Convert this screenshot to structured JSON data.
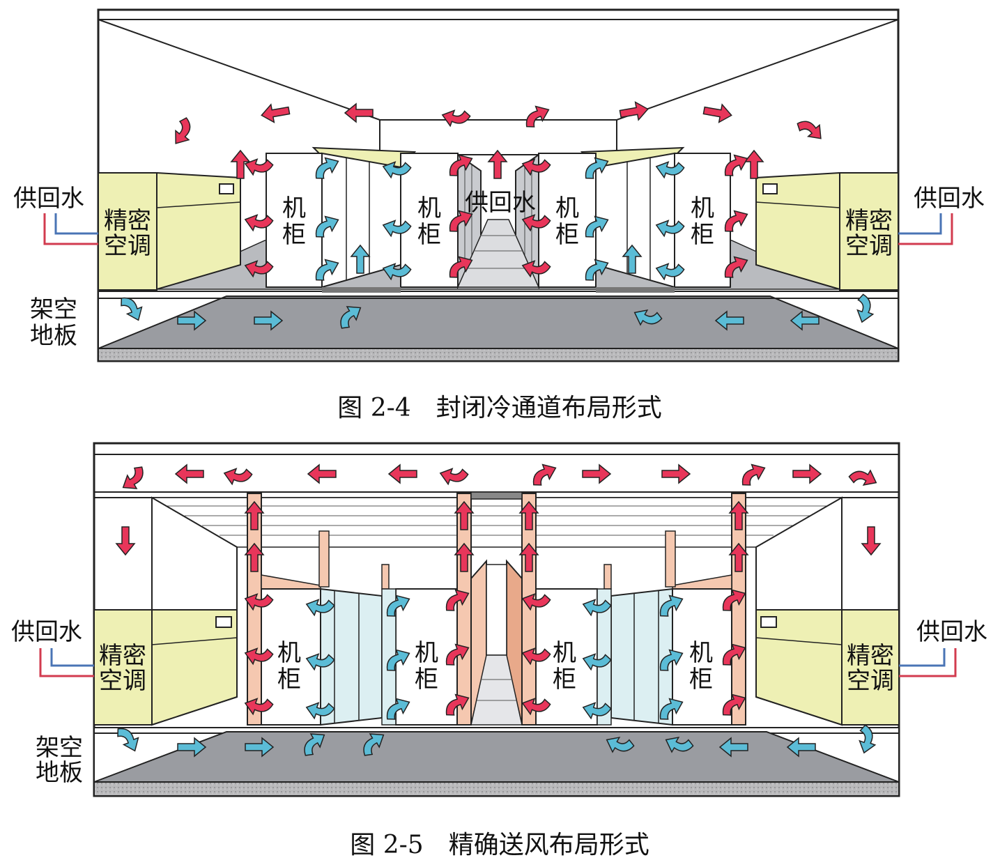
{
  "colors": {
    "hot_arrow": "#e8365a",
    "cold_arrow": "#5bbcd6",
    "ac_unit": "#eef0b4",
    "floor": "#9a9ca1",
    "duct": "#f5c8b0",
    "glass": "#dceff2",
    "supply_line": "#4a74b5",
    "return_line": "#d23b4f"
  },
  "labels": {
    "water": "供回水",
    "ac_line1": "精密",
    "ac_line2": "空调",
    "floor_line1": "架空",
    "floor_line2": "地板",
    "cabinet_line1": "机",
    "cabinet_line2": "柜"
  },
  "figure1": {
    "caption": "图 2-4　封闭冷通道布局形式",
    "center_water": "供回水"
  },
  "figure2": {
    "caption": "图 2-5　精确送风布局形式"
  }
}
